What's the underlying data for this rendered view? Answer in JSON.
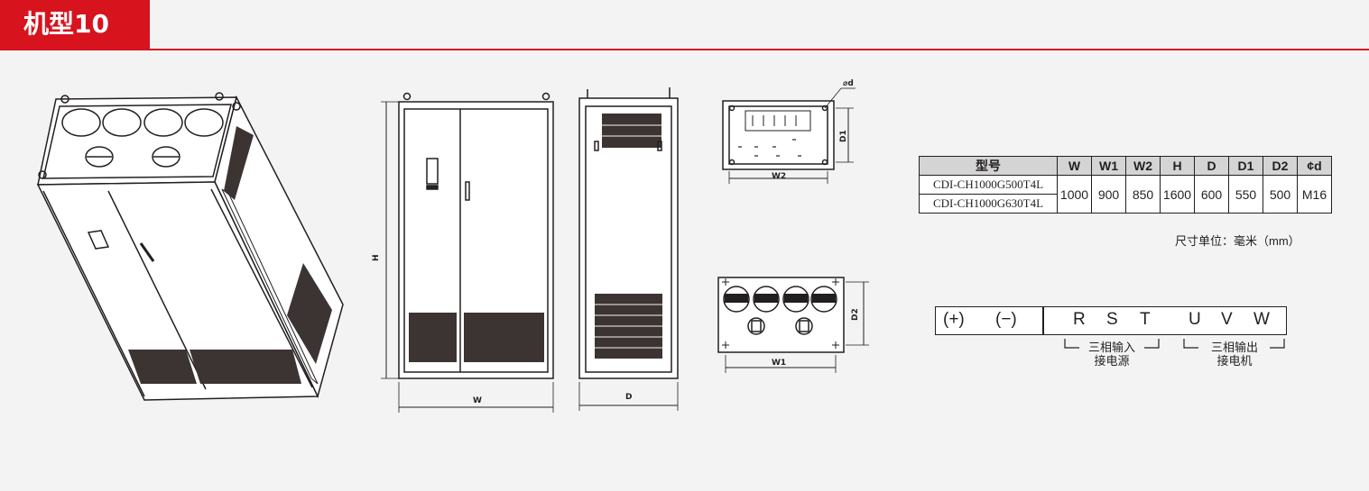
{
  "title": "机型10",
  "colors": {
    "accent": "#d7131e",
    "line": "#231f20",
    "vent": "#3c3432",
    "table_header": "#d4d4d4"
  },
  "dimension_labels": {
    "H": "H",
    "W": "W",
    "D": "D",
    "D1": "D1",
    "D2": "D2",
    "W1": "W1",
    "W2": "W2",
    "phi_d": "⌀d"
  },
  "spec_table": {
    "headers": [
      "型号",
      "W",
      "W1",
      "W2",
      "H",
      "D",
      "D1",
      "D2",
      "¢d"
    ],
    "models": [
      "CDI-CH1000G500T4L",
      "CDI-CH1000G630T4L"
    ],
    "values": [
      "1000",
      "900",
      "850",
      "1600",
      "600",
      "550",
      "500",
      "M16"
    ]
  },
  "unit_note": "尺寸单位：毫米（mm）",
  "terminals": {
    "dc": [
      "(+)",
      "(−)"
    ],
    "input": [
      "R",
      "S",
      "T"
    ],
    "output": [
      "U",
      "V",
      "W"
    ],
    "input_label_1": "三相输入",
    "input_label_2": "接电源",
    "output_label_1": "三相输出",
    "output_label_2": "接电机"
  }
}
